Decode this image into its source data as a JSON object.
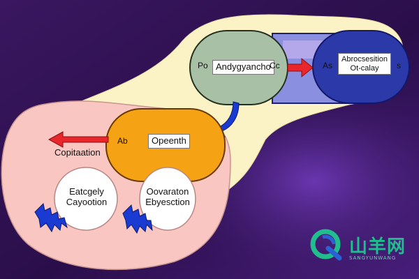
{
  "colors": {
    "background_dark": "#2a0e4a",
    "background_mid": "#5a2a96",
    "cream": "#fbf3c6",
    "pink": "#f9c6c2",
    "orange": "#f5a214",
    "sage": "#a8c0a6",
    "navy": "#2b3aa8",
    "lavender": "#8a8fe0",
    "red_arrow": "#e8262b",
    "blue_arrow": "#1a3bd1",
    "watermark_green": "#1fbe8c",
    "watermark_blue": "#2a62d6"
  },
  "top_left_node": {
    "left_tag": "Po",
    "label": "Andygyancho",
    "right_tag": "Cc"
  },
  "top_right_node": {
    "left_tag": "As",
    "label_line1": "Abrocsesition",
    "label_line2": "Ot-calay",
    "right_tag": "s"
  },
  "center_node": {
    "left_tag": "Ab",
    "label": "Opeenth"
  },
  "left_label": "Copitaation",
  "bottom_left_node": {
    "line1": "Eatcgely",
    "line2": "Cayootion"
  },
  "bottom_right_node": {
    "line1": "Oovaraton",
    "line2": "Ebyesction"
  },
  "watermark": {
    "icon": "q-logo-icon",
    "text": "山羊网",
    "subtext": "SANGYUNWANG"
  }
}
